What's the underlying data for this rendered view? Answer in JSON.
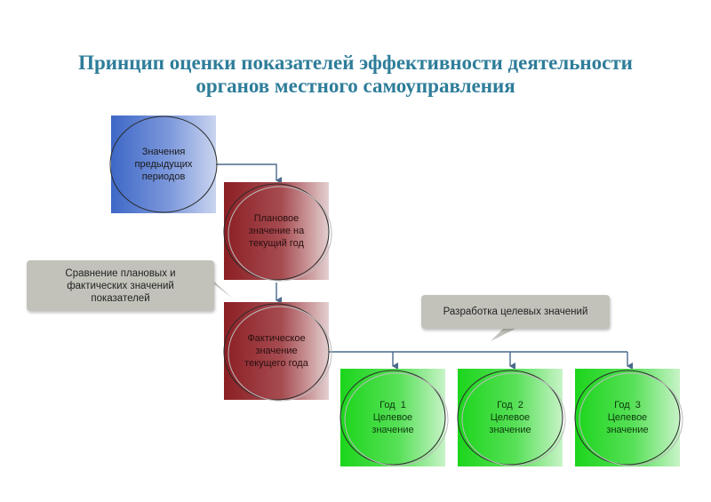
{
  "title": {
    "line1": "Принцип оценки показателей эффективности деятельности",
    "line2": "органов местного самоуправления"
  },
  "boxes": {
    "previous": [
      "Значения",
      "предыдущих",
      "периодов"
    ],
    "planned": [
      "Плановое",
      "значение на",
      "текущий год"
    ],
    "actual": [
      "Фактическое",
      "значение",
      "текущего года"
    ],
    "year1": [
      "Год  1",
      "Целевое",
      "значение"
    ],
    "year2": [
      "Год  2",
      "Целевое",
      "значение"
    ],
    "year3": [
      "Год  3",
      "Целевое",
      "значение"
    ]
  },
  "callouts": {
    "comparison": [
      "Сравнение плановых и",
      "фактических значений",
      "показателей"
    ],
    "targets": "Разработка целевых значений"
  },
  "colors": {
    "title": "#2e7d9a",
    "connector": "#4a6a8a",
    "blue": "#3e68c6",
    "red": "#8b1f24",
    "green": "#1cd51c",
    "callout": "#c2c2bb"
  }
}
